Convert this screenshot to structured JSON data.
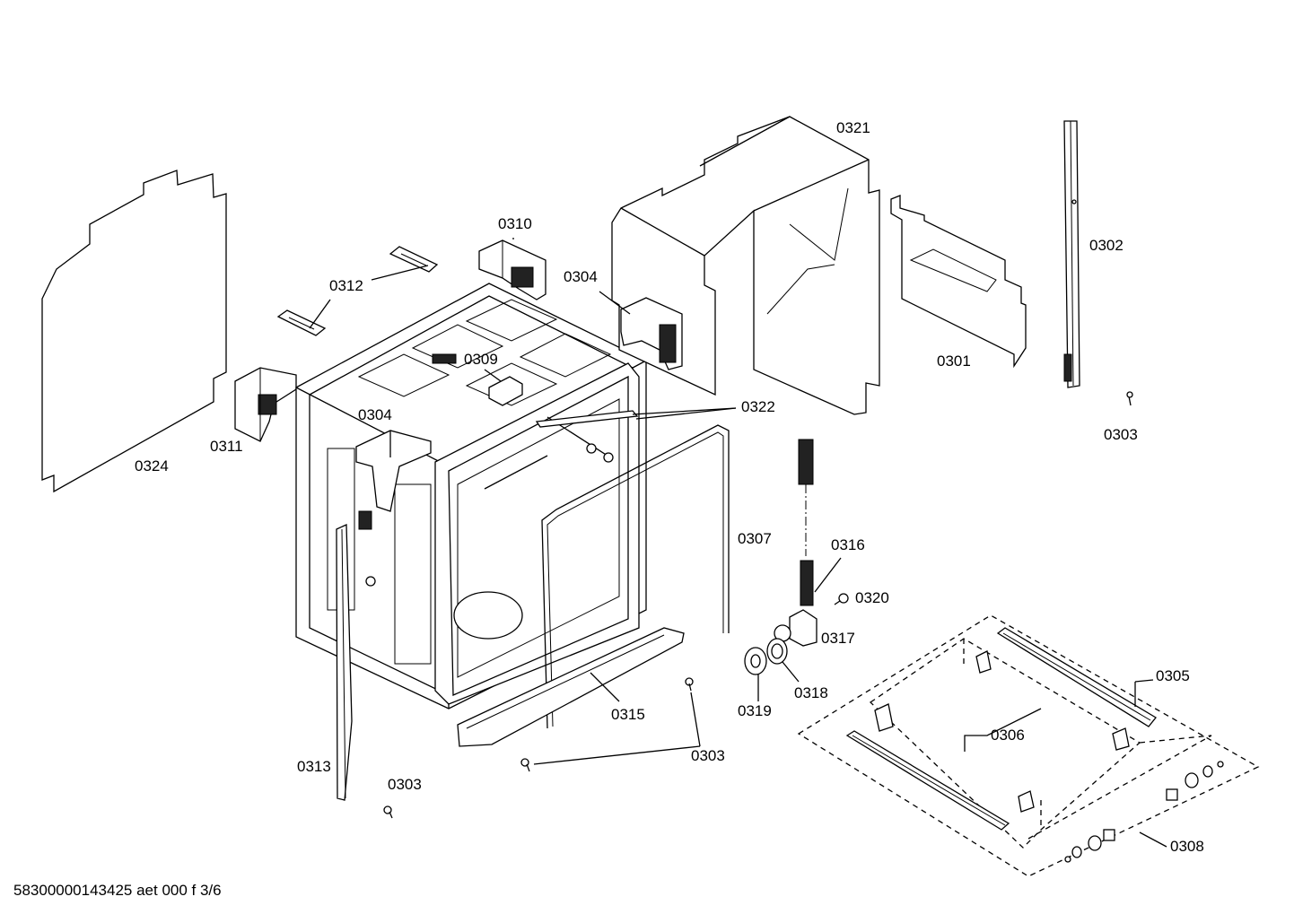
{
  "labels": {
    "l0321": "0321",
    "l0302": "0302",
    "l0310": "0310",
    "l0312": "0312",
    "l0304a": "0304",
    "l0301": "0301",
    "l0309": "0309",
    "l0303a": "0303",
    "l0322": "0322",
    "l0304b": "0304",
    "l0311": "0311",
    "l0324": "0324",
    "l0307": "0307",
    "l0316": "0316",
    "l0320": "0320",
    "l0317": "0317",
    "l0305": "0305",
    "l0318": "0318",
    "l0319": "0319",
    "l0315": "0315",
    "l0306": "0306",
    "l0303b": "0303",
    "l0313": "0313",
    "l0303c": "0303",
    "l0308": "0308"
  },
  "footer": "58300000143425 aet 000 f 3/6"
}
